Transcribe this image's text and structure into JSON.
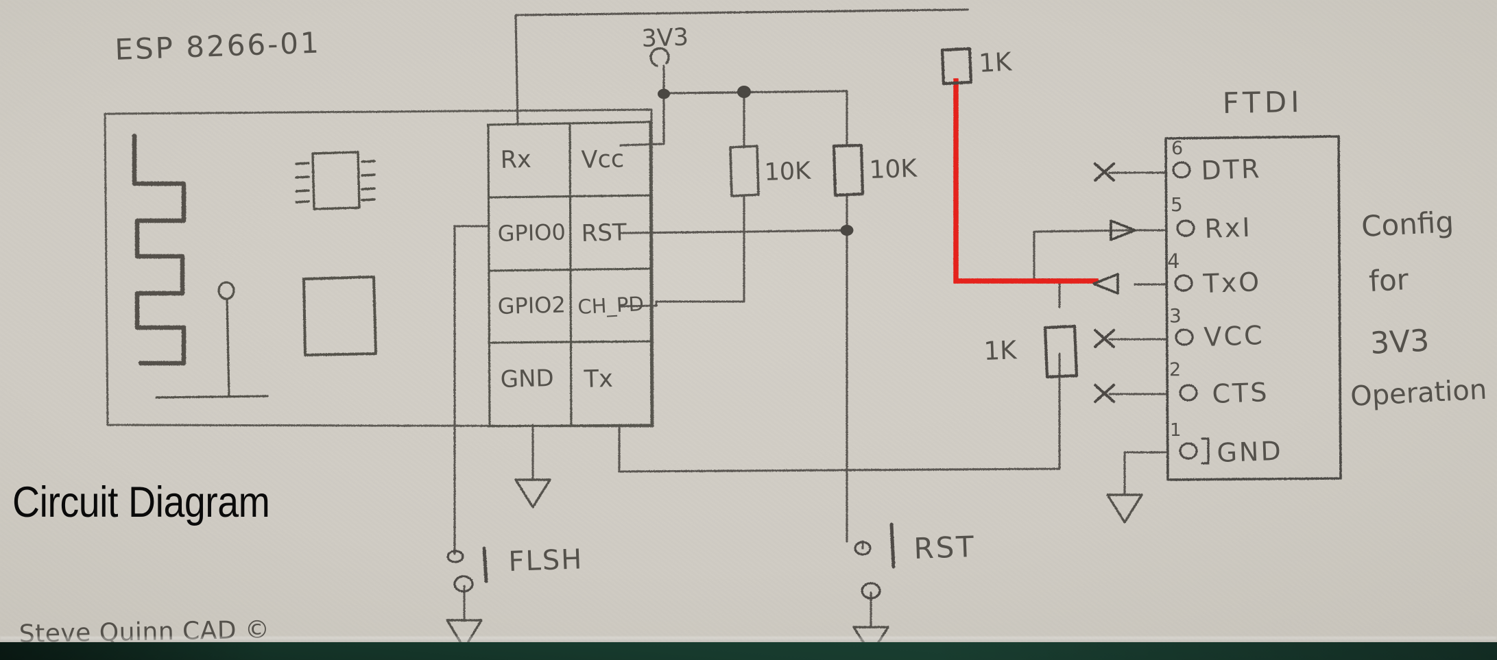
{
  "overlay": {
    "title": "Circuit Diagram"
  },
  "labels": {
    "module_title": "ESP 8266-01",
    "ftdi_title": "FTDI",
    "supply": "3V3",
    "note_line1": "Config",
    "note_line2": "for",
    "note_line3": "3V3",
    "note_line4": "Operation",
    "signature": "Steve Quinn CAD ©"
  },
  "esp_pins": {
    "left_column": [
      "Rx",
      "GPIO0",
      "GPIO2",
      "GND"
    ],
    "right_column": [
      "Vcc",
      "RST",
      "CH_PD",
      "Tx"
    ]
  },
  "ftdi_pins": [
    {
      "number": "6",
      "name": "DTR",
      "marker": "x"
    },
    {
      "number": "5",
      "name": "RxI",
      "marker": "arrow-right"
    },
    {
      "number": "4",
      "name": "TxO",
      "marker": "arrow-left"
    },
    {
      "number": "3",
      "name": "VCC",
      "marker": "x"
    },
    {
      "number": "2",
      "name": "CTS",
      "marker": "x"
    },
    {
      "number": "1",
      "name": "GND",
      "marker": "bracket"
    }
  ],
  "resistors": [
    {
      "id": "R1",
      "value": "10K"
    },
    {
      "id": "R2",
      "value": "10K"
    },
    {
      "id": "R3",
      "value": "1K"
    },
    {
      "id": "R4",
      "value": "1K"
    }
  ],
  "switches": [
    {
      "id": "SW1",
      "label": "FLSH"
    },
    {
      "id": "SW2",
      "label": "RST"
    }
  ],
  "colors": {
    "paper": "#d2cec6",
    "pencil": "#57544e",
    "pencil_dark": "#3f3d39",
    "red_wire": "#e8201c",
    "overlay_text": "#0a0a0a",
    "desk_green": "#173a2d"
  }
}
